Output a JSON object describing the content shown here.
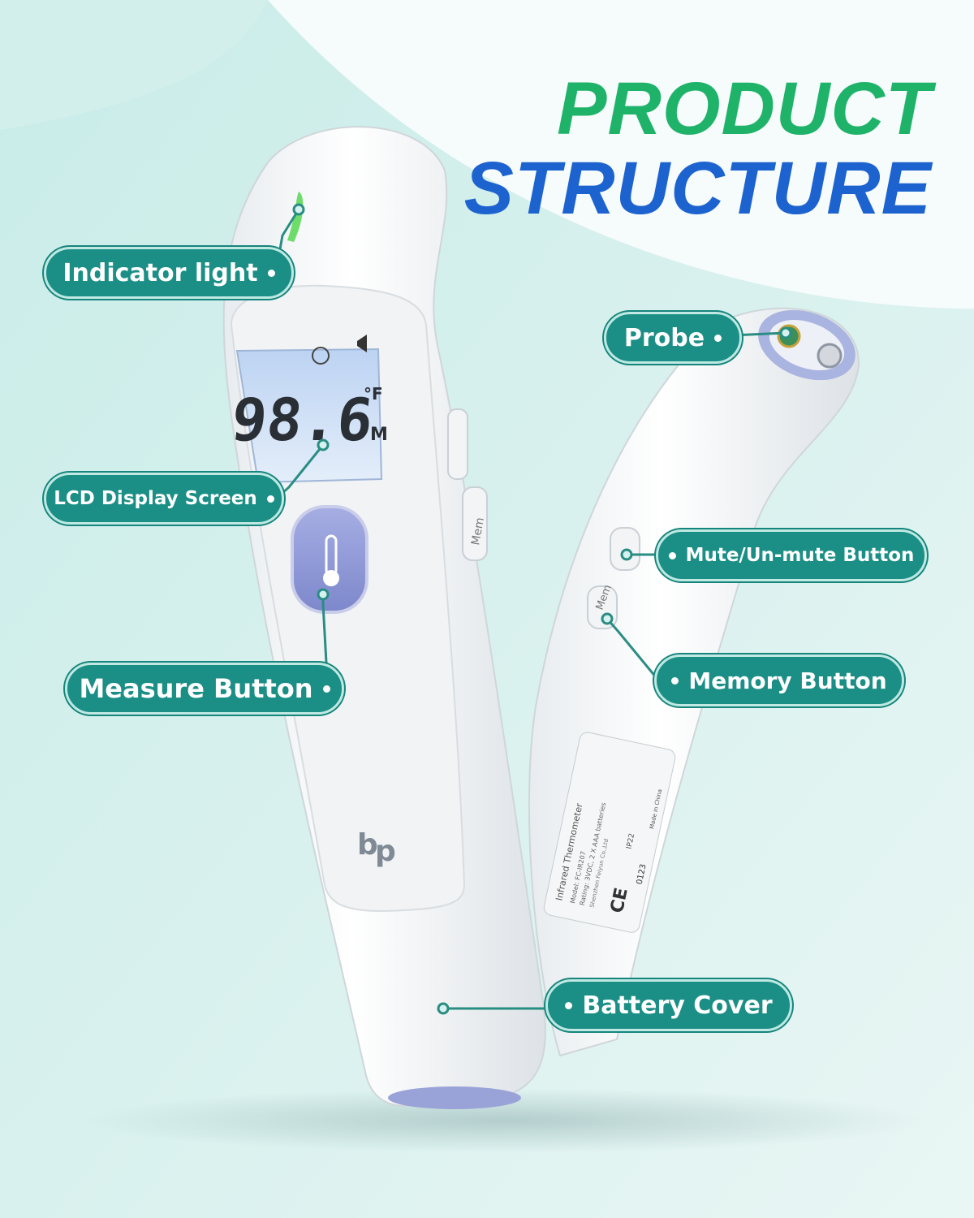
{
  "title": {
    "line1": "PRODUCT",
    "line2": "STRUCTURE"
  },
  "callouts": {
    "indicator_light": "Indicator light",
    "lcd_display": "LCD Display Screen",
    "measure_button": "Measure Button",
    "probe": "Probe",
    "mute_button": "Mute/Un-mute Button",
    "memory_button": "Memory Button",
    "battery_cover": "Battery Cover"
  },
  "device": {
    "reading": "98.6",
    "unit": "°F",
    "mode": "M",
    "mem_label": "Mem",
    "logo_icon": "bb-logo-icon"
  },
  "rear_label": {
    "heading": "Infrared Thermometer",
    "model": "Model: FC-IR207",
    "rating": "Rating: 3VDC, 2 X AAA batteries",
    "company": "Shenzhen Feiyun Co.,Ltd",
    "ip": "IP22",
    "ce": "CE",
    "ce_code": "0123",
    "made_in": "Made in China"
  },
  "colors": {
    "title_green": "#1fb36a",
    "title_blue": "#1d63cf",
    "callout_teal": "#1b8f86",
    "lcd_blue": "#cfe2f7",
    "button_lavender": "#8f99d6"
  }
}
